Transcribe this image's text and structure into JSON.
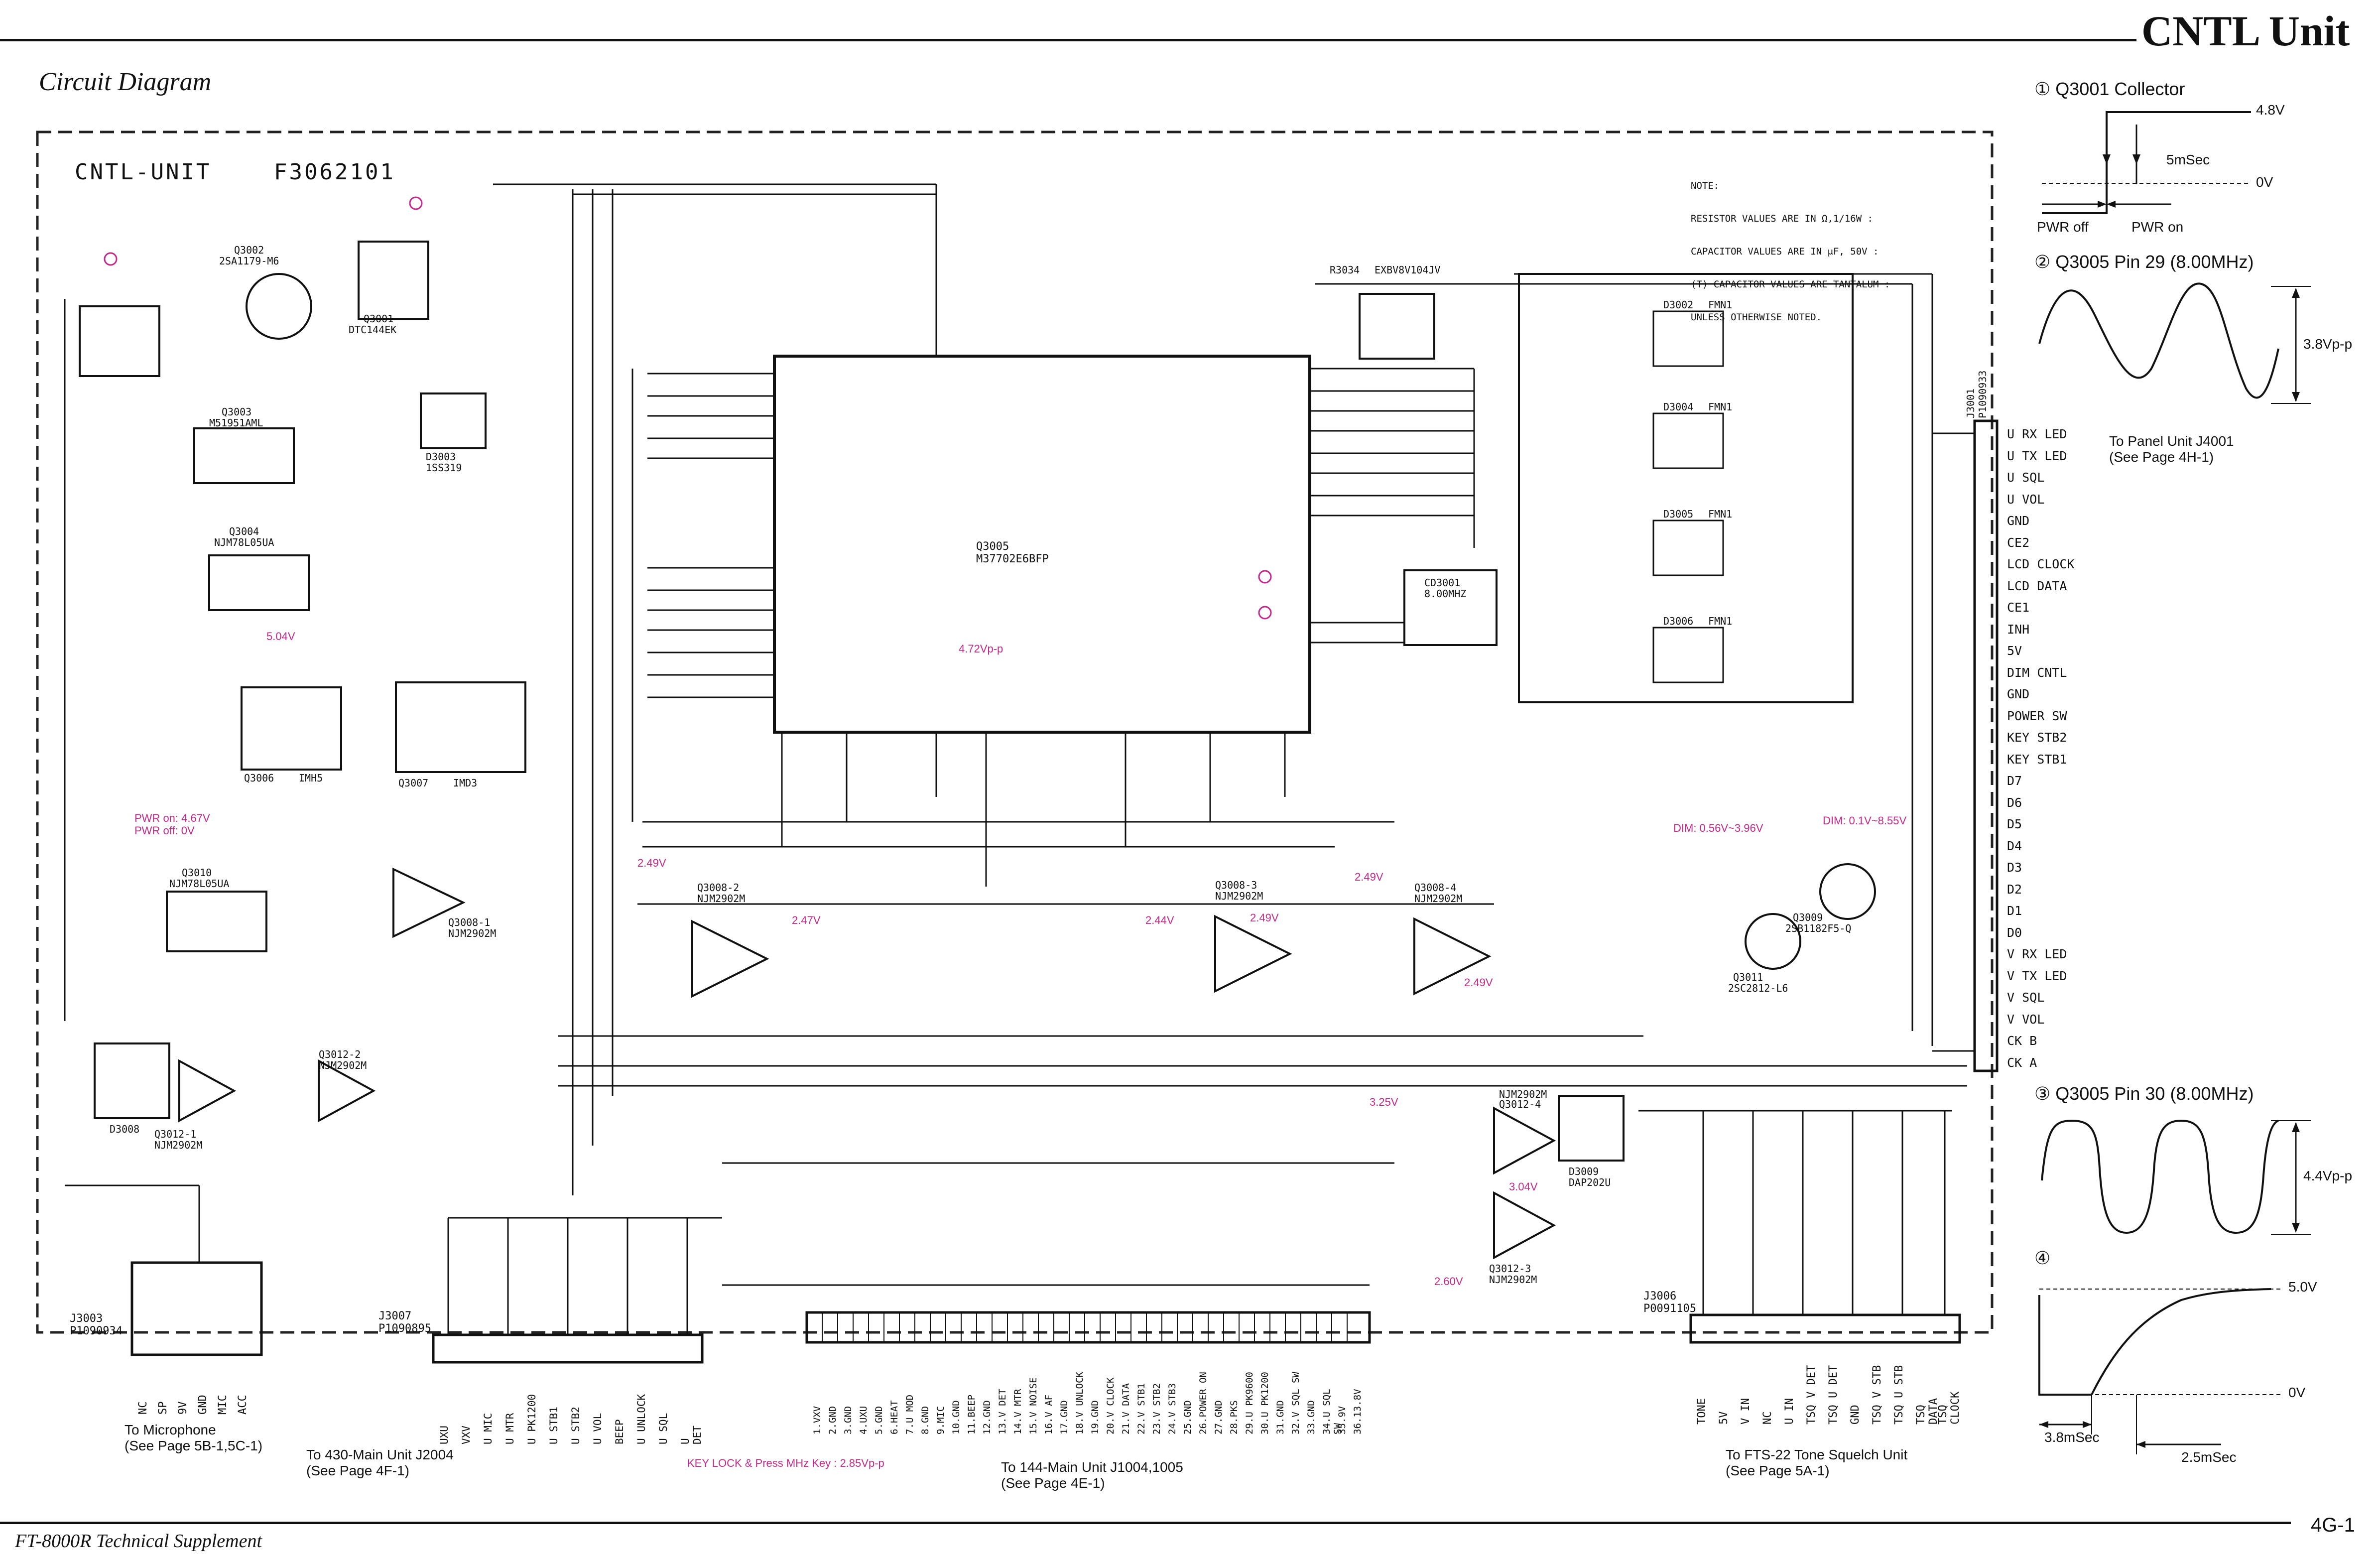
{
  "header": {
    "unit_title": "CNTL Unit",
    "section_title": "Circuit Diagram",
    "board_label": "CNTL-UNIT",
    "board_number": "F3062101"
  },
  "note": {
    "lines": [
      "NOTE:",
      "RESISTOR VALUES ARE IN Ω,1/16W :",
      "CAPACITOR VALUES ARE IN μF, 50V :",
      "(T) CAPACITOR VALUES ARE TANTALUM :",
      "UNLESS OTHERWISE NOTED."
    ]
  },
  "main_ic": {
    "ref": "Q3005",
    "part": "M37702E6BFP"
  },
  "x_ic": {
    "ref": "R3034",
    "part": "EXBV8V104JV"
  },
  "blocks": [
    {
      "ref": "Q3002",
      "part": "2SA1179-M6"
    },
    {
      "ref": "Q3001",
      "part": "DTC144EK"
    },
    {
      "ref": "Q3003",
      "part": "M51951AML"
    },
    {
      "ref": "Q3004",
      "part": "NJM78L05UA"
    },
    {
      "ref": "D3003",
      "part": "1SS319"
    },
    {
      "ref": "Q3006",
      "part": "IMH5"
    },
    {
      "ref": "Q3007",
      "part": "IMD3"
    },
    {
      "ref": "Q3010",
      "part": "NJM78L05UA"
    },
    {
      "ref": "Q3008-1",
      "part": "NJM2902M"
    },
    {
      "ref": "Q3008-2",
      "part": "NJM2902M"
    },
    {
      "ref": "Q3008-3",
      "part": "NJM2902M"
    },
    {
      "ref": "Q3008-4",
      "part": "NJM2902M"
    },
    {
      "ref": "Q3012-1",
      "part": "NJM2902M"
    },
    {
      "ref": "Q3012-2",
      "part": "NJM2902M"
    },
    {
      "ref": "Q3012-3",
      "part": "NJM2902M"
    },
    {
      "ref": "Q3012-4",
      "part": "NJM2902M"
    },
    {
      "ref": "Q3009",
      "part": "2SB1182F5-Q"
    },
    {
      "ref": "Q3011",
      "part": "2SC2812-L6"
    },
    {
      "ref": "D3009",
      "part": "DAP202U"
    },
    {
      "ref": "D3008",
      "part": ""
    },
    {
      "ref": "D3002",
      "part": "FMN1"
    },
    {
      "ref": "D3004",
      "part": "FMN1"
    },
    {
      "ref": "D3005",
      "part": "FMN1"
    },
    {
      "ref": "D3006",
      "part": "FMN1"
    },
    {
      "ref": "CD3001",
      "part": "8.00MHZ"
    }
  ],
  "voltages": [
    "5.04V",
    "PWR on: 4.67V",
    "PWR off: 0V",
    "2.49V",
    "2.47V",
    "2.44V",
    "2.49V",
    "2.49V",
    "2.49V",
    "4.72Vp-p",
    "3.25V",
    "3.04V",
    "2.60V",
    "DIM: 0.56V~3.96V",
    "DIM: 0.1V~8.55V",
    "KEY LOCK & Press MHz Key : 2.85Vp-p"
  ],
  "connectors": {
    "j3001": {
      "ref": "J3001",
      "part": "P1090933",
      "pins": [
        "U RX LED",
        "U TX LED",
        "U SQL",
        "U VOL",
        "GND",
        "CE2",
        "LCD CLOCK",
        "LCD DATA",
        "CE1",
        "INH",
        "5V",
        "DIM CNTL",
        "GND",
        "POWER SW",
        "KEY STB2",
        "KEY STB1",
        "D7",
        "D6",
        "D5",
        "D4",
        "D3",
        "D2",
        "D1",
        "D0",
        "V RX LED",
        "V TX LED",
        "V SQL",
        "V VOL",
        "CK B",
        "CK A"
      ],
      "caption": "To Panel Unit J4001",
      "caption2": "(See Page 4H-1)"
    },
    "j3003": {
      "ref": "J3003",
      "part": "P1090934",
      "pins": [
        "NC",
        "SP",
        "9V",
        "GND",
        "MIC",
        "ACC"
      ],
      "caption": "To Microphone",
      "caption2": "(See Page 5B-1,5C-1)"
    },
    "j3007": {
      "ref": "J3007",
      "part": "P1090895",
      "pins": [
        "UXU",
        "VXV",
        "U MIC",
        "U MTR",
        "U PK1200",
        "U STB1",
        "U STB2",
        "U VOL",
        "BEEP",
        "U UNLOCK",
        "U SQL",
        "U DET"
      ],
      "caption": "To 430-Main Unit J2004",
      "caption2": "(See Page 4F-1)"
    },
    "j144": {
      "pins": [
        "1.VXV",
        "2.GND",
        "3.GND",
        "4.UXU",
        "5.GND",
        "6.HEAT",
        "7.U MOD",
        "8.GND",
        "9.MIC",
        "10.GND",
        "11.BEEP",
        "12.GND",
        "13.V DET",
        "14.V MTR",
        "15.V NOISE",
        "16.V AF",
        "17.GND",
        "18.V UNLOCK",
        "19.GND",
        "20.V CLOCK",
        "21.V DATA",
        "22.V STB1",
        "23.V STB2",
        "24.V STB3",
        "25.GND",
        "26.POWER ON",
        "27.GND",
        "28.PKS",
        "29.U PK9600",
        "30.U PK1200",
        "31.GND",
        "32.V SQL SW",
        "33.GND",
        "34.U SQL SW",
        "35.9V",
        "36.13.8V"
      ],
      "caption": "To 144-Main Unit J1004,1005",
      "caption2": "(See Page 4E-1)"
    },
    "j3006": {
      "ref": "J3006",
      "part": "P0091105",
      "pins": [
        "TONE",
        "5V",
        "V IN",
        "NC",
        "U IN",
        "TSQ V DET",
        "TSQ U DET",
        "GND",
        "TSQ V STB",
        "TSQ U STB",
        "TSQ DATA",
        "TSQ CLOCK"
      ],
      "caption": "To FTS-22 Tone Squelch Unit",
      "caption2": "(See Page 5A-1)"
    }
  },
  "waveforms": [
    {
      "title": "① Q3001 Collector",
      "v_high": "4.8V",
      "v_low": "0V",
      "time": "5mSec",
      "left_label": "PWR off",
      "right_label": "PWR on"
    },
    {
      "title": "② Q3005 Pin 29 (8.00MHz)",
      "amplitude": "3.8Vp-p"
    },
    {
      "title": "③ Q3005 Pin 30 (8.00MHz)",
      "amplitude": "4.4Vp-p"
    },
    {
      "title": "④",
      "v_high": "5.0V",
      "v_low": "0V",
      "time1": "3.8mSec",
      "time2": "2.5mSec"
    }
  ],
  "footer": {
    "left": "FT-8000R Technical Supplement",
    "right": "4G-1"
  }
}
